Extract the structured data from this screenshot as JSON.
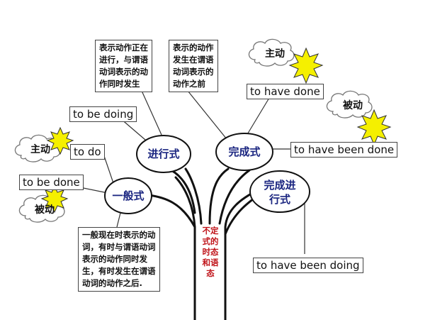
{
  "colors": {
    "oval_text": "#1a2580",
    "trunk_text": "#c0141a",
    "sun": "#f5f000",
    "cloud_fill": "#ffffff"
  },
  "ovals": {
    "progressive": "进行式",
    "perfect": "完成式",
    "perfect_progressive": "完成进\n行式",
    "simple": "一般式"
  },
  "trunk_label": "不定\n式的\n时态\n和语\n态",
  "forms": {
    "to_be_doing": "to be doing",
    "to_do": "to do",
    "to_be_done": "to be done",
    "to_have_done": "to have done",
    "to_have_been_done": "to have been done",
    "to_have_been_doing": "to have been doing"
  },
  "notes": {
    "progressive": "表示动作正在\n进行，与谓语\n动词表示的动\n作同时发生",
    "perfect": "表示的动作\n发生在谓语\n动词表示的\n动作之前",
    "simple": "一般现在时表示的动\n词，有时与谓语动词\n表示的动作同时发\n生，有时发生在谓语\n动词的动作之后."
  },
  "voices": {
    "active": "主动",
    "passive": "被动"
  },
  "icons": [
    "sun-icon",
    "cloud-icon"
  ]
}
